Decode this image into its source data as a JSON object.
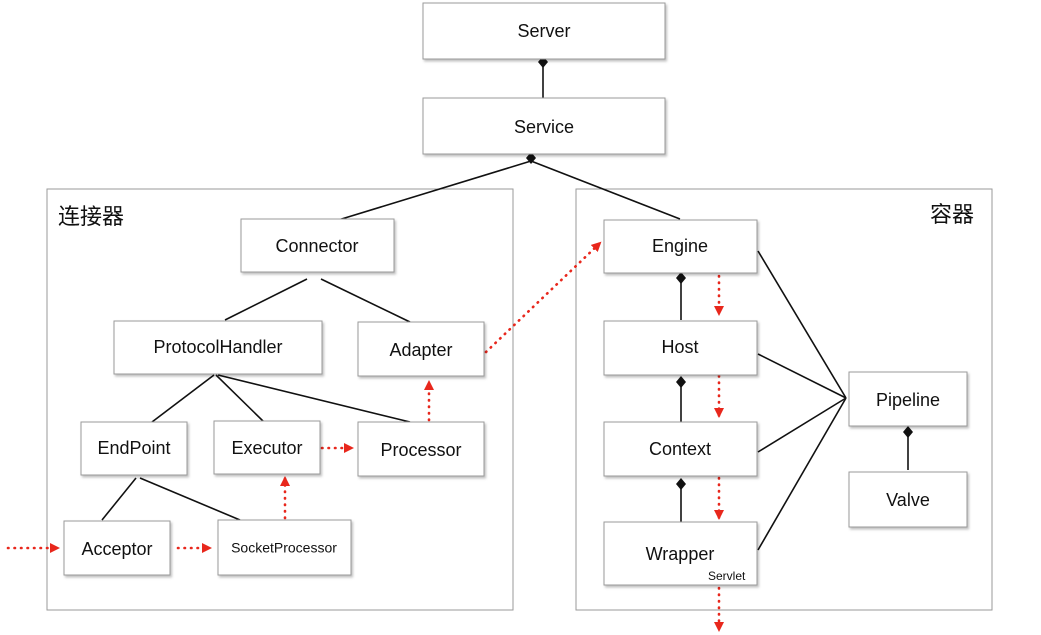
{
  "groups": {
    "connector": {
      "title": "连接器"
    },
    "container": {
      "title": "容器"
    }
  },
  "nodes": {
    "server": {
      "label": "Server"
    },
    "service": {
      "label": "Service"
    },
    "connector": {
      "label": "Connector"
    },
    "protocol_handler": {
      "label": "ProtocolHandler"
    },
    "adapter": {
      "label": "Adapter"
    },
    "endpoint": {
      "label": "EndPoint"
    },
    "executor": {
      "label": "Executor"
    },
    "processor": {
      "label": "Processor"
    },
    "acceptor": {
      "label": "Acceptor"
    },
    "socket_processor": {
      "label": "SocketProcessor"
    },
    "engine": {
      "label": "Engine"
    },
    "host": {
      "label": "Host"
    },
    "context": {
      "label": "Context"
    },
    "wrapper": {
      "label": "Wrapper",
      "note": "Servlet"
    },
    "pipeline": {
      "label": "Pipeline"
    },
    "valve": {
      "label": "Valve"
    }
  },
  "colors": {
    "line": "#111111",
    "flow_arrow": "#e8271c",
    "box_border": "#9a9a9a",
    "group_border": "#9a9a9a"
  }
}
